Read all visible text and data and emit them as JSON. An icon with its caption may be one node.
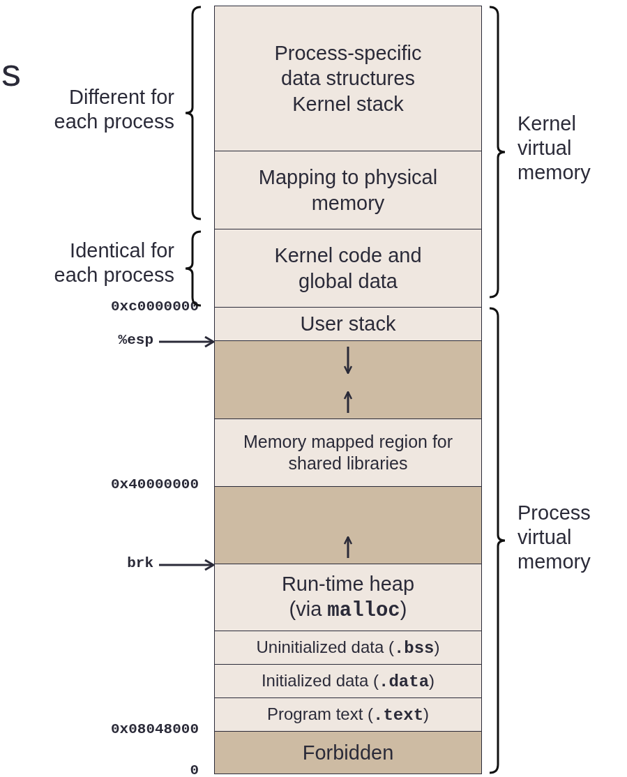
{
  "diagram": {
    "nodes": [
      {
        "text": [
          "Process-specific data structures",
          "Kernel stack"
        ]
      },
      {
        "text": [
          "Mapping to physical memory"
        ]
      },
      {
        "text": [
          "Kernel code and global data"
        ]
      },
      {
        "text": [
          "User stack"
        ]
      },
      {
        "text": [],
        "shape": "box"
      },
      {
        "text": [
          "Memory mapped region for shared libraries"
        ]
      },
      {
        "text": [],
        "shape": "box"
      },
      {
        "text": [
          "Run-time heap (via **malloc**)"
        ]
      },
      {
        "text": [
          "Uninitialized data (**.bss**)"
        ]
      },
      {
        "text": [
          "Initialized data (**.data**)"
        ]
      },
      {
        "text": [
          "Program text (**.text**)"
        ]
      },
      {
        "text": [
          "Forbidden"
        ]
      },
      {
        "text": [
          "%esp"
        ]
      },
      {
        "text": [
          "brk"
        ]
      }
    ],
    "edges": [
      {
        "from": 12,
        "to": 4,
        "arrow": "to"
      },
      {
        "from": 13,
        "to": 7,
        "arrow": "to"
      }
    ],
    "labels": [
      "s",
      "Different for each process",
      "Kernel virtual memory",
      "Identical for each process",
      "0xc0000000",
      "0x40000000",
      "Process virtual memory",
      "0x08048000",
      "0"
    ]
  }
}
